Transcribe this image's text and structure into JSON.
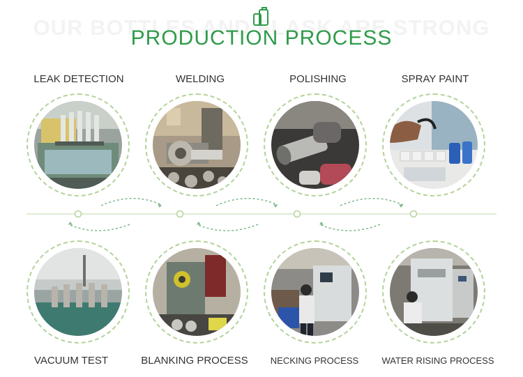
{
  "header": {
    "watermark": "OUR BOTTLES AND FLASK ARE STRONG",
    "title": "PRODUCTION PROCESS"
  },
  "top_steps": [
    {
      "label": "LEAK DETECTION"
    },
    {
      "label": "WELDING"
    },
    {
      "label": "POLISHING"
    },
    {
      "label": "SPRAY PAINT"
    }
  ],
  "bottom_steps": [
    {
      "label": "VACUUM TEST"
    },
    {
      "label": "BLANKING PROCESS"
    },
    {
      "label": "NECKING PROCESS"
    },
    {
      "label": "WATER RISING PROCESS"
    }
  ],
  "colors": {
    "title_green": "#2e9b4a",
    "dash_green": "#b3d39a",
    "arrow_green": "#7fb98a"
  }
}
